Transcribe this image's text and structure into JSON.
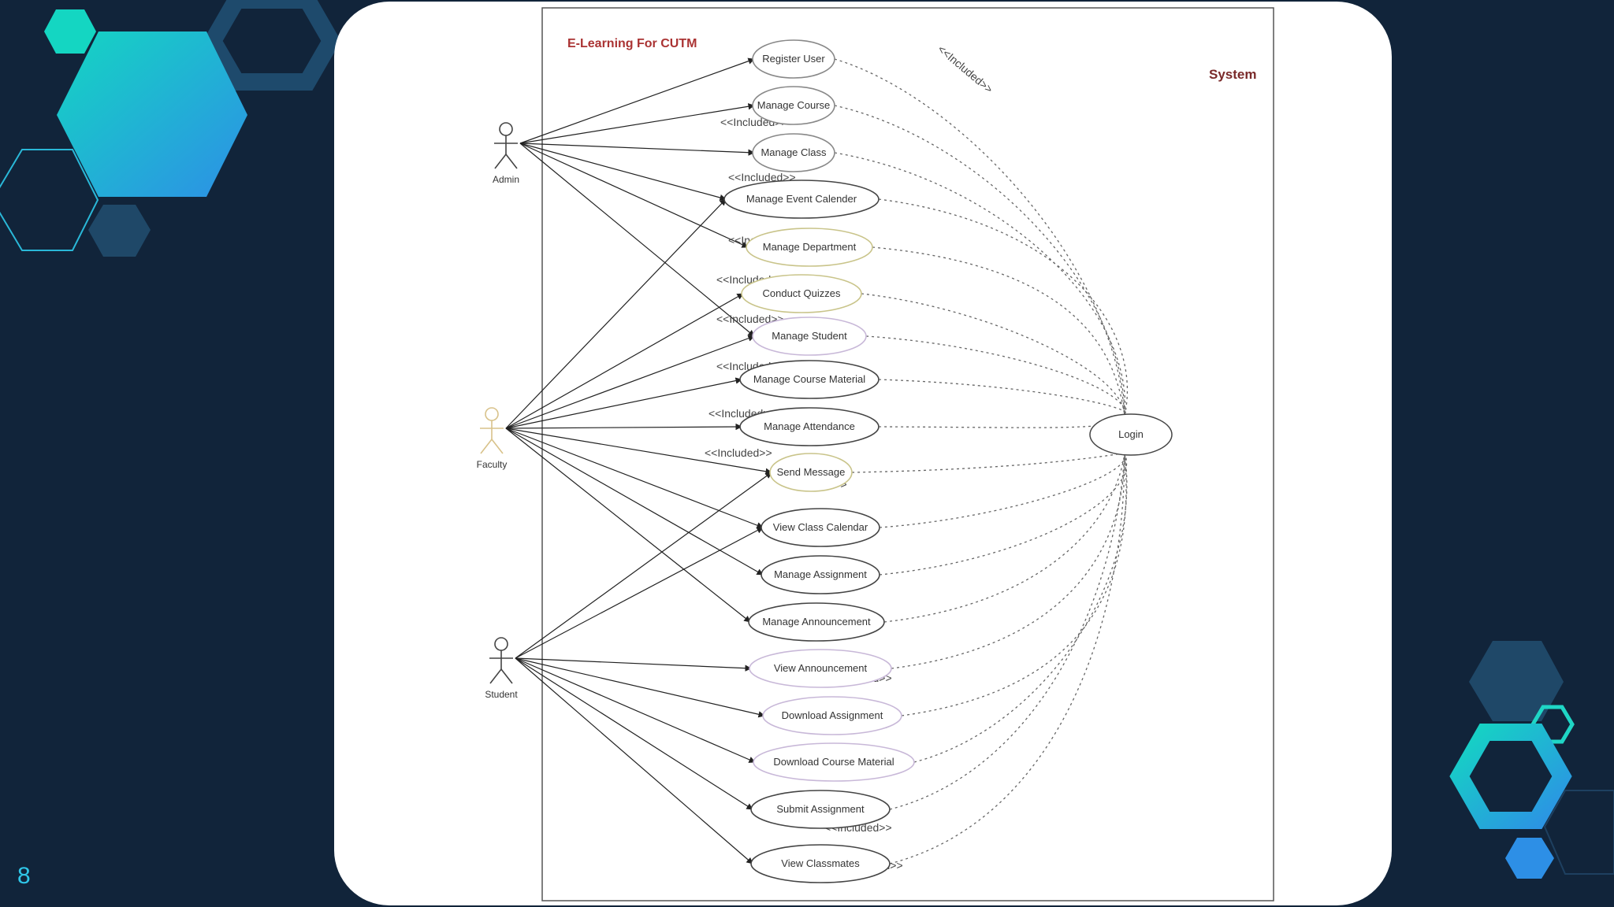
{
  "slide": {
    "page_number": "8",
    "colors": {
      "background": "#11243a",
      "accent_teal": "#14d6c2",
      "accent_blue": "#2d8fe6",
      "hex_dark": "#1f4868",
      "card": "#ffffff"
    }
  },
  "diagram": {
    "title": "E-Learning For CUTM",
    "boundary_label": "System",
    "actors": [
      {
        "id": "admin",
        "label": "Admin"
      },
      {
        "id": "faculty",
        "label": "Faculty"
      },
      {
        "id": "student",
        "label": "Student"
      }
    ],
    "use_cases": [
      {
        "id": "register-user",
        "label": "Register User"
      },
      {
        "id": "manage-course",
        "label": "Manage Course"
      },
      {
        "id": "manage-class",
        "label": "Manage Class"
      },
      {
        "id": "manage-event-calender",
        "label": "Manage Event Calender"
      },
      {
        "id": "manage-department",
        "label": "Manage Department"
      },
      {
        "id": "conduct-quizzes",
        "label": "Conduct Quizzes"
      },
      {
        "id": "manage-student",
        "label": "Manage Student"
      },
      {
        "id": "manage-course-material",
        "label": "Manage Course Material"
      },
      {
        "id": "manage-attendance",
        "label": "Manage Attendance"
      },
      {
        "id": "send-message",
        "label": "Send Message"
      },
      {
        "id": "view-class-calendar",
        "label": "View Class Calendar"
      },
      {
        "id": "manage-assignment",
        "label": "Manage Assignment"
      },
      {
        "id": "manage-announcement",
        "label": "Manage Announcement"
      },
      {
        "id": "view-announcement",
        "label": "View Announcement"
      },
      {
        "id": "download-assignment",
        "label": "Download Assignment"
      },
      {
        "id": "download-course-material",
        "label": "Download Course Material"
      },
      {
        "id": "submit-assignment",
        "label": "Submit Assignment"
      },
      {
        "id": "view-classmates",
        "label": "View Classmates"
      }
    ],
    "login": {
      "label": "Login"
    },
    "include_label": "<<Included>>"
  }
}
